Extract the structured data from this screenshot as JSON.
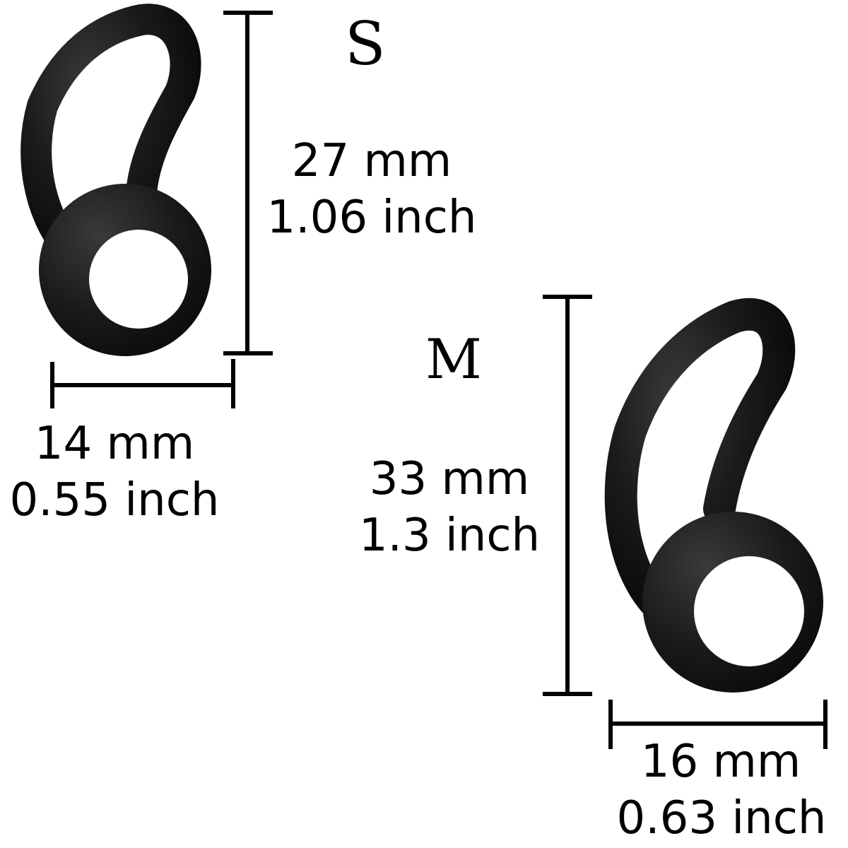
{
  "colors": {
    "background": "#ffffff",
    "ink": "#000000",
    "rubber": "#141414",
    "rubber_highlight": "#3a3a3a"
  },
  "small": {
    "size_label": "S",
    "height_mm": "27 mm",
    "height_in": "1.06 inch",
    "width_mm": "14 mm",
    "width_in": "0.55 inch"
  },
  "medium": {
    "size_label": "M",
    "height_mm": "33 mm",
    "height_in": "1.3 inch",
    "width_mm": "16 mm",
    "width_in": "0.63 inch"
  }
}
